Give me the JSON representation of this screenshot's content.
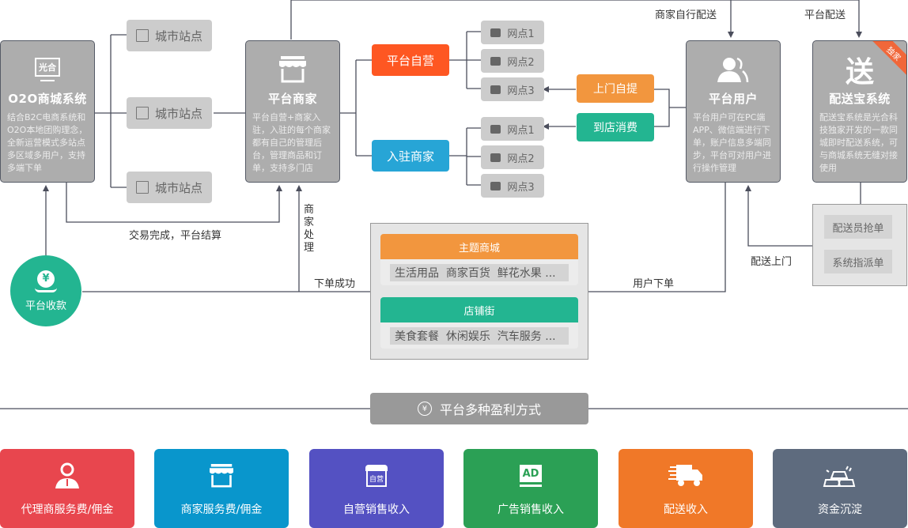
{
  "o2o": {
    "icon_text": "光合",
    "title": "O2O商城系统",
    "desc": "结合B2C电商系统和O2O本地团购理念，全新运营模式多站点多区域多用户，支持多端下单"
  },
  "city_sites": [
    {
      "label": "城市站点"
    },
    {
      "label": "城市站点"
    },
    {
      "label": "城市站点"
    }
  ],
  "merchant": {
    "title": "平台商家",
    "desc": "平台自营+商家入驻，入驻的每个商家都有自己的管理后台，管理商品和订单，支持多门店"
  },
  "self_run": {
    "label": "平台自营",
    "color": "#fe5722"
  },
  "settled": {
    "label": "入驻商家",
    "color": "#27a5d6"
  },
  "nodes_a": [
    {
      "label": "网点1"
    },
    {
      "label": "网点2"
    },
    {
      "label": "网点3"
    }
  ],
  "nodes_b": [
    {
      "label": "网点1"
    },
    {
      "label": "网点2"
    },
    {
      "label": "网点3"
    }
  ],
  "pickup": {
    "label": "上门自提",
    "color": "#f2963e"
  },
  "instore": {
    "label": "到店消费",
    "color": "#23b591"
  },
  "user": {
    "title": "平台用户",
    "desc": "平台用户可在PC端APP、微信端进行下单，账户信息多端同步，平台可对用户进行操作管理"
  },
  "delivery": {
    "title": "配送宝系统",
    "badge": "独家",
    "desc": "配送宝系统是光合科技独家开发的一款同城即时配送系统，可与商城系统无缝对接使用",
    "icon_text": "送"
  },
  "dispatch": [
    {
      "label": "配送员抢单"
    },
    {
      "label": "系统指派单"
    }
  ],
  "payment": {
    "label": "平台收款",
    "color": "#23b591"
  },
  "center": {
    "theme": {
      "title": "主题商城",
      "items": "生活用品  商家百货  鲜花水果 ...",
      "color": "#f2963e"
    },
    "shops": {
      "title": "店铺街",
      "items": "美食套餐  休闲娱乐  汽车服务 ...",
      "color": "#23b591"
    }
  },
  "flow_labels": {
    "merchant_delivery": "商家自行配送",
    "platform_delivery": "平台配送",
    "settlement": "交易完成，平台结算",
    "merchant_process": "商家处理",
    "order_success": "下单成功",
    "user_order": "用户下单",
    "door_delivery": "配送上门"
  },
  "profit_banner": "平台多种盈利方式",
  "revenue": [
    {
      "label": "代理商服务费/佣金",
      "color": "#e8464e",
      "icon": "agent-icon"
    },
    {
      "label": "商家服务费/佣金",
      "color": "#0996cc",
      "icon": "store-icon"
    },
    {
      "label": "自营销售收入",
      "color": "#5451c2",
      "icon": "self-store-icon"
    },
    {
      "label": "广告销售收入",
      "color": "#2ba055",
      "icon": "ad-icon",
      "icon_text": "AD"
    },
    {
      "label": "配送收入",
      "color": "#f07828",
      "icon": "truck-icon"
    },
    {
      "label": "资金沉淀",
      "color": "#5e6b7e",
      "icon": "gold-icon"
    }
  ],
  "self_icon_text": "自营"
}
